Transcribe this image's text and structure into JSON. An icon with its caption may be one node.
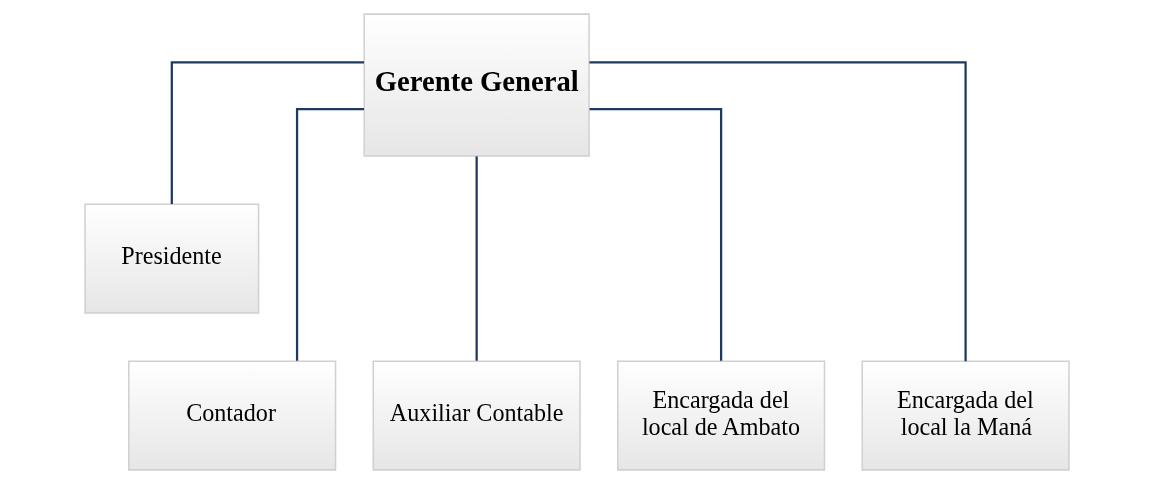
{
  "diagram": {
    "nodes": [
      {
        "text": [
          "Gerente General"
        ]
      },
      {
        "text": [
          "Presidente"
        ]
      },
      {
        "text": [
          "Contador"
        ]
      },
      {
        "text": [
          "Auxiliar Contable"
        ]
      },
      {
        "text": [
          "Encargada del local de Ambato"
        ]
      },
      {
        "text": [
          "Encargada del local la Maná"
        ]
      }
    ],
    "edges": [
      {
        "from": 0,
        "to": 1,
        "arrow": "none"
      },
      {
        "from": 0,
        "to": 2,
        "arrow": "none"
      },
      {
        "from": 0,
        "to": 3,
        "arrow": "none"
      },
      {
        "from": 0,
        "to": 4,
        "arrow": "none"
      },
      {
        "from": 0,
        "to": 5,
        "arrow": "none"
      }
    ]
  }
}
